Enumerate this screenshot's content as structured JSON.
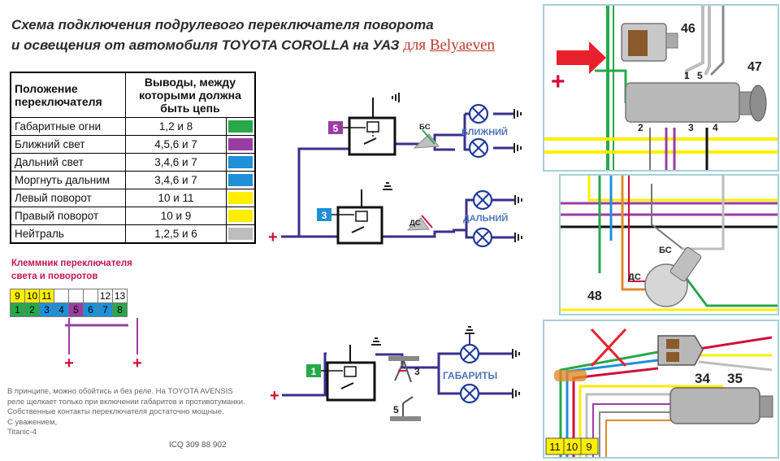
{
  "title": {
    "line1": "Схема подключения подрулевого переключателя поворота",
    "line2": "и освещения от автомобиля TOYOTA COROLLA  на УАЗ",
    "for_word": "для",
    "author": "Belyaeven"
  },
  "position_table": {
    "header_col1": "Положение переключателя",
    "header_col2": "Выводы, между которыми должна быть цепь",
    "rows": [
      {
        "name": "Габаритные огни",
        "pins": "1,2 и 8",
        "color": "#27a84a"
      },
      {
        "name": "Ближний свет",
        "pins": "4,5,6 и 7",
        "color": "#9a3da3"
      },
      {
        "name": "Дальний свет",
        "pins": "3,4,6 и 7",
        "color": "#1e90d8"
      },
      {
        "name": "Моргнуть дальним",
        "pins": "3,4,6 и 7",
        "color": "#1e90d8"
      },
      {
        "name": "Левый поворот",
        "pins": "10 и 11",
        "color": "#ffee00"
      },
      {
        "name": "Правый поворот",
        "pins": "10 и 9",
        "color": "#ffee00"
      },
      {
        "name": "Нейтраль",
        "pins": "1,2,5 и 6",
        "color": "#bdbdbd"
      }
    ]
  },
  "terminal_block": {
    "title_line1": "Клеммник переключателя",
    "title_line2": "света и поворотов",
    "top_row": [
      {
        "n": "9",
        "color": "#ffee00"
      },
      {
        "n": "10",
        "color": "#ffee00"
      },
      {
        "n": "11",
        "color": "#ffee00"
      },
      {
        "n": "",
        "color": "#ffffff"
      },
      {
        "n": "",
        "color": "#ffffff"
      },
      {
        "n": "",
        "color": "#ffffff"
      },
      {
        "n": "12",
        "color": "#ffffff"
      },
      {
        "n": "13",
        "color": "#ffffff"
      }
    ],
    "bottom_row": [
      {
        "n": "1",
        "color": "#27a84a"
      },
      {
        "n": "2",
        "color": "#27a84a"
      },
      {
        "n": "3",
        "color": "#1e90d8"
      },
      {
        "n": "4",
        "color": "#1e90d8"
      },
      {
        "n": "5",
        "color": "#9a3da3"
      },
      {
        "n": "6",
        "color": "#1e90d8"
      },
      {
        "n": "7",
        "color": "#1e90d8"
      },
      {
        "n": "8",
        "color": "#27a84a"
      }
    ],
    "plus_sign": "+"
  },
  "circuit": {
    "plus": "+",
    "relay_low_pin": "5",
    "relay_high_pin": "3",
    "relay_park_pin": "1",
    "bs": "БС",
    "ds": "ДС",
    "low_beam": "БЛИЖНИЙ",
    "high_beam": "ДАЛЬНИЙ",
    "parking": "ГАБАРИТЫ",
    "contact_3": "3",
    "contact_5": "5"
  },
  "panel_top": {
    "label_46": "46",
    "label_47": "47",
    "pin_1": "1",
    "pin_5": "5",
    "pin_2": "2",
    "pin_3": "3",
    "pin_4": "4",
    "plus": "+"
  },
  "panel_mid": {
    "bs": "БС",
    "ds": "ДС",
    "label_48": "48"
  },
  "panel_bot": {
    "label_34": "34",
    "label_35": "35",
    "pins": [
      "11",
      "10",
      "9"
    ]
  },
  "note": {
    "text": "В принципе, можно обойтись и без реле. На TOYOTA AVENSIS реле щелкает только при включении габаритов и противотуманки. Собственные контакты переключателя достаточно мощные.",
    "regards": "С уважением,",
    "author": "Titanic-4",
    "icq": "ICQ 309 88 902"
  },
  "colors": {
    "wire": "#3a2f8c",
    "plus": "#d0103a",
    "lamp": "#1d3a9a",
    "beam_label": "#4e73b8",
    "panel_border": "#a6cfd8"
  }
}
